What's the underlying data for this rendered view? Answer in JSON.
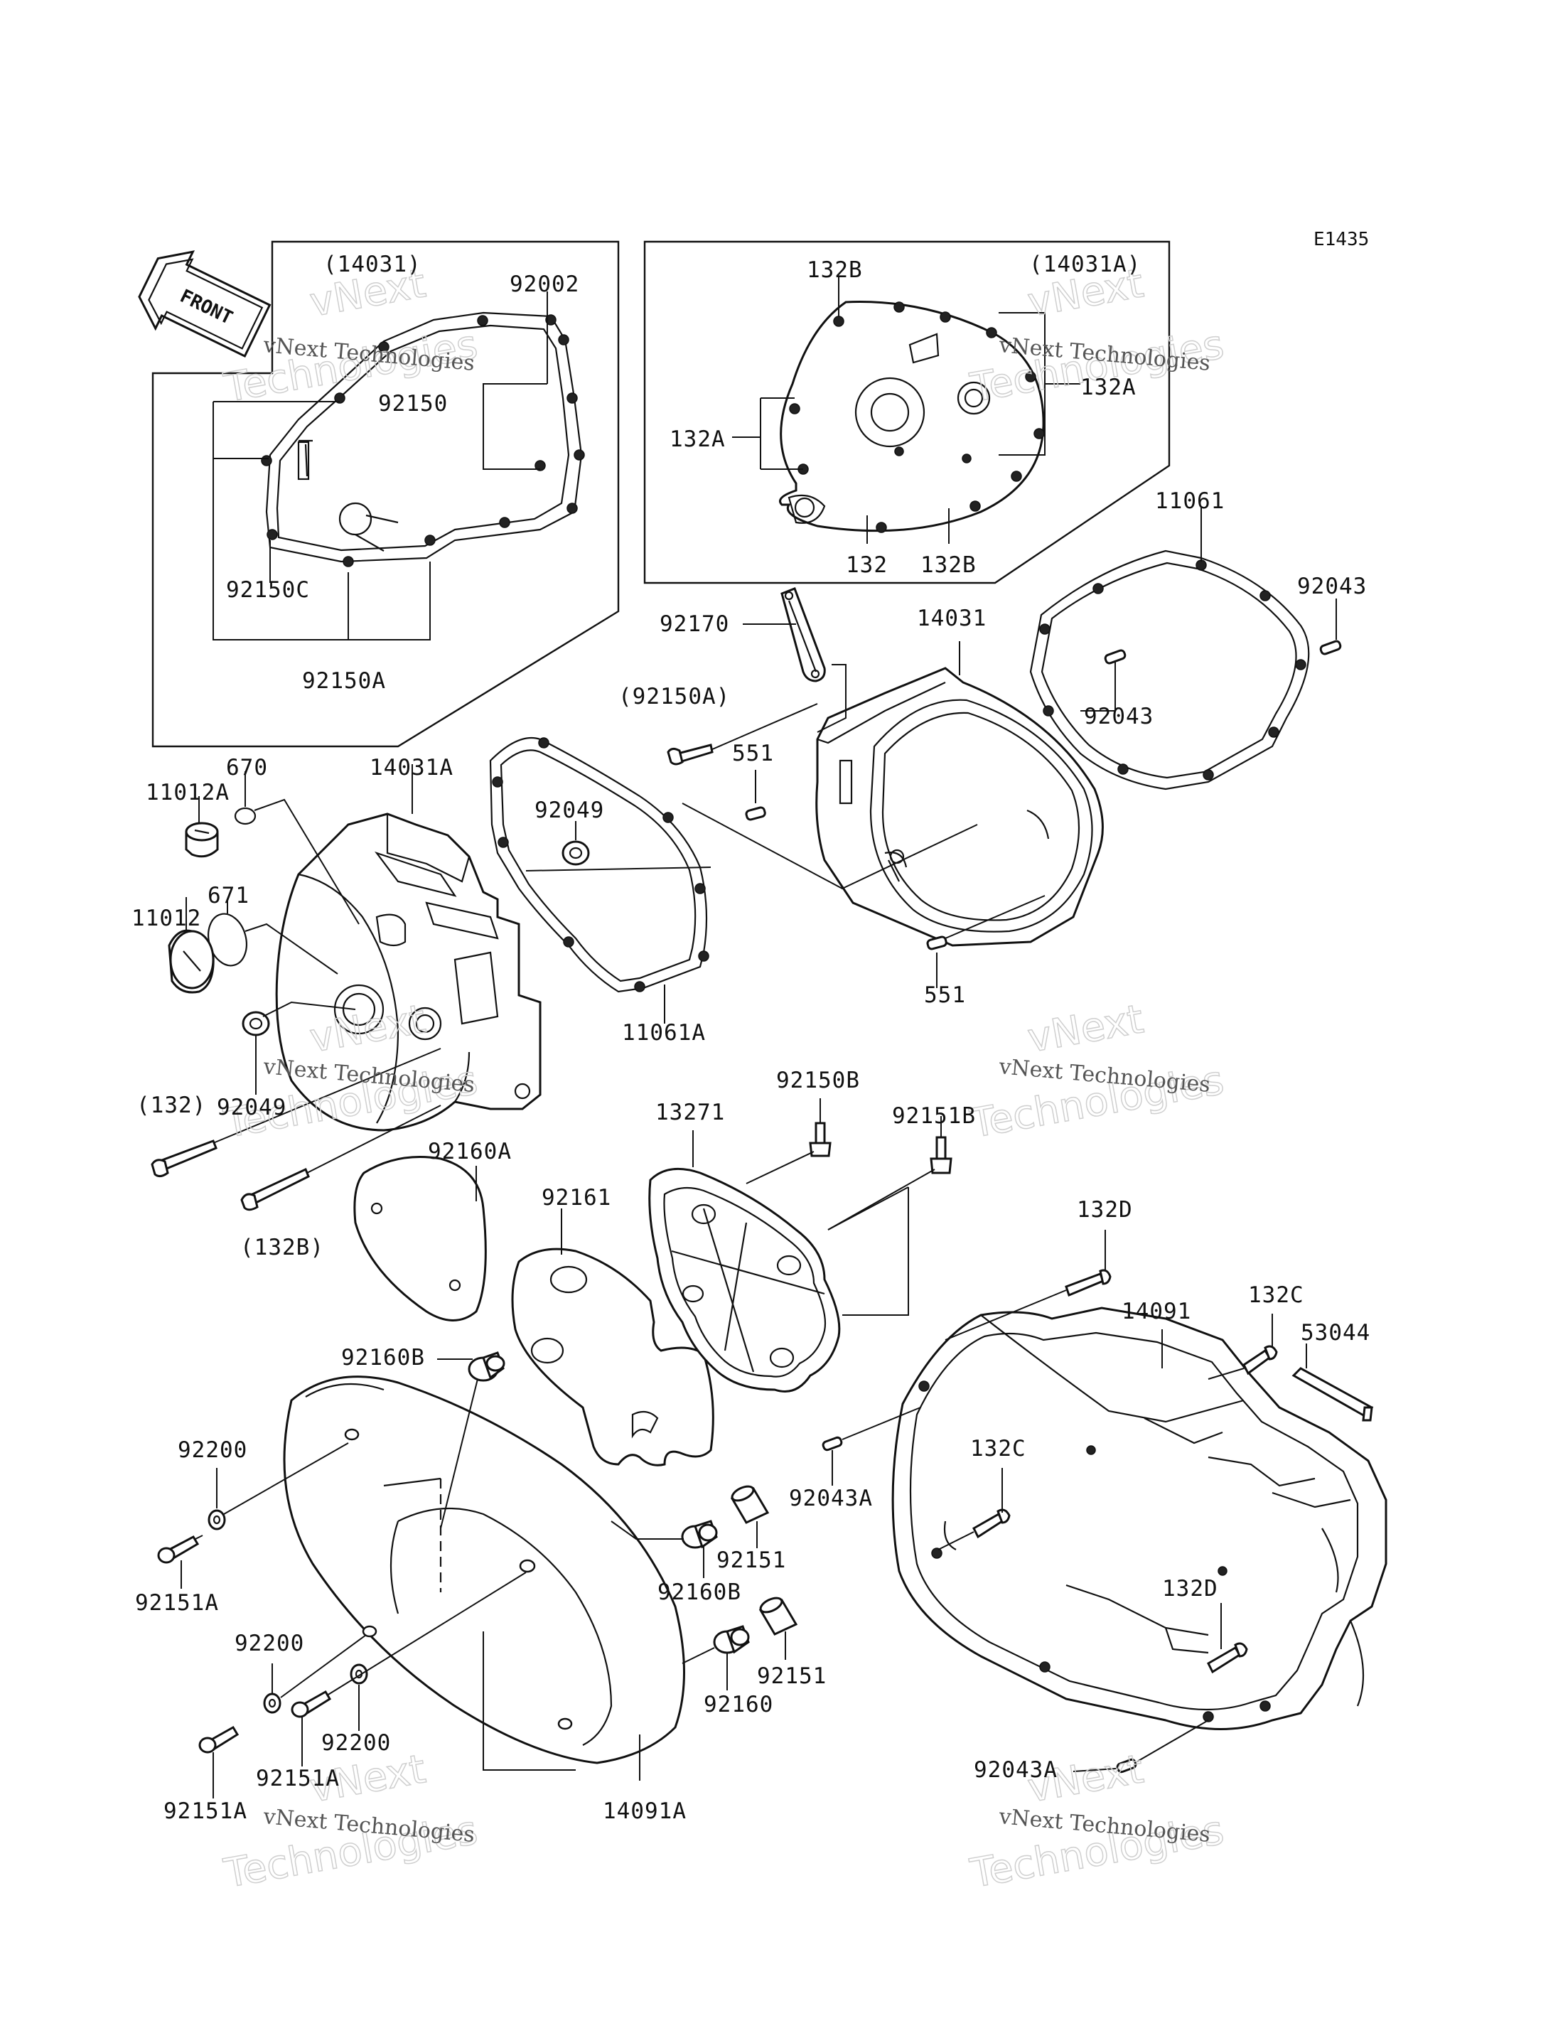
{
  "diagram_code": "E1435",
  "front_arrow_text": "FRONT",
  "watermark": {
    "company": "vNext Technologies",
    "brand": "vNext",
    "tail": "Technologies"
  },
  "labels": {
    "l14031p": "(14031)",
    "l92002": "92002",
    "l92150": "92150",
    "l92150C": "92150C",
    "l92150A_top": "92150A",
    "l14031Ap": "(14031A)",
    "l132B_top": "132B",
    "l132A_right": "132A",
    "l132A_left": "132A",
    "l132_box": "132",
    "l132B_bottom": "132B",
    "l11061": "11061",
    "l92043_right": "92043",
    "l92170": "92170",
    "l14031": "14031",
    "l92150Ap": "(92150A)",
    "l551_upper": "551",
    "l92043_inner": "92043",
    "l670": "670",
    "l11012A": "11012A",
    "l14031A": "14031A",
    "l92049_upper": "92049",
    "l671": "671",
    "l11012": "11012",
    "l11061A": "11061A",
    "l551_lower": "551",
    "l132p": "(132)",
    "l92049_lower": "92049",
    "l92150B": "92150B",
    "l13271": "13271",
    "l92151B": "92151B",
    "l92160A": "92160A",
    "l132Bp": "(132B)",
    "l92161": "92161",
    "l132D_top": "132D",
    "l14091": "14091",
    "l132C_top": "132C",
    "l53044": "53044",
    "l92160B_top": "92160B",
    "l92200_top": "92200",
    "l132C_mid": "132C",
    "l92043A_mid": "92043A",
    "l92151_upper": "92151",
    "l92160B_mid": "92160B",
    "l92151A_left": "92151A",
    "l92200_mid": "92200",
    "l132D_lower": "132D",
    "l92151_lower": "92151",
    "l92160": "92160",
    "l92200_bottom": "92200",
    "l92151A_mid": "92151A",
    "l92151A_bottom": "92151A",
    "l14091A": "14091A",
    "l92043A_bottom": "92043A"
  }
}
